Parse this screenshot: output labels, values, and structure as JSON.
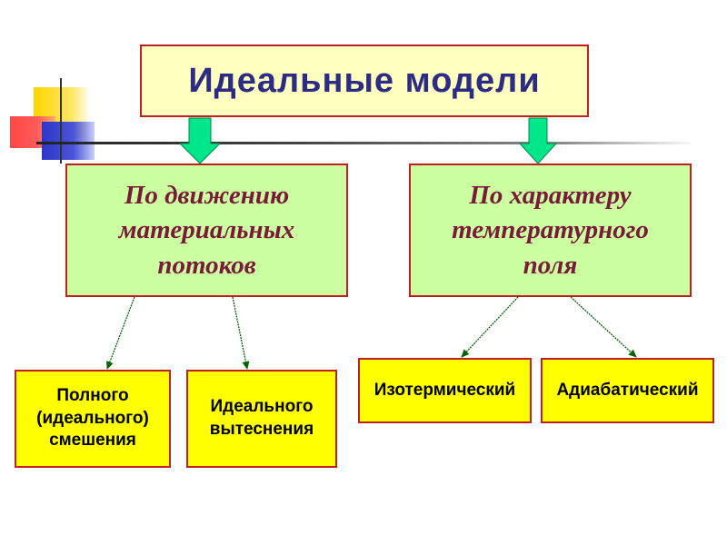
{
  "title": "Идеальные модели",
  "categories": [
    {
      "label": "По движению материальных потоков",
      "children": [
        "Полного (идеального) смешения",
        "Идеального вытеснения"
      ]
    },
    {
      "label": "По характеру температурного поля",
      "children": [
        "Изотермический",
        "Адиабатический"
      ]
    }
  ],
  "colors": {
    "border": "#c02020",
    "title_bg": "#ffffc0",
    "title_text": "#2c2c86",
    "category_bg": "#ccffa0",
    "category_text": "#7a1a3a",
    "leaf_bg": "#ffff00",
    "big_arrow": "#00e68a",
    "thin_arrow": "#006600"
  }
}
